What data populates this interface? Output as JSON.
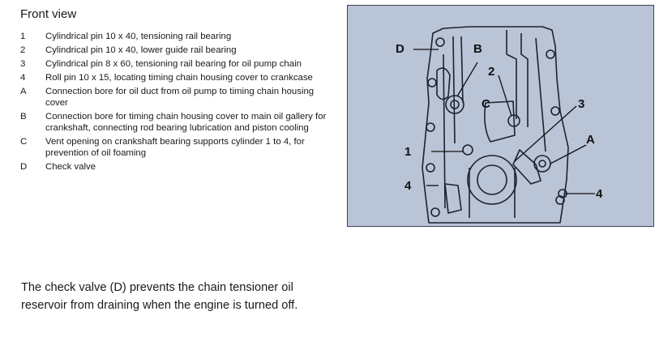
{
  "heading": "Front view",
  "legend": [
    {
      "key": "1",
      "text": "Cylindrical pin 10 x 40, tensioning rail bearing"
    },
    {
      "key": "2",
      "text": "Cylindrical pin 10 x 40, lower guide rail bearing"
    },
    {
      "key": "3",
      "text": "Cylindrical pin 8 x 60, tensioning rail bearing for oil pump chain"
    },
    {
      "key": "4",
      "text": "Roll pin 10 x 15, locating timing chain housing cover to crankcase"
    },
    {
      "key": "A",
      "text": "Connection bore for oil duct from oil pump to timing chain housing cover"
    },
    {
      "key": "B",
      "text": "Connection bore for timing chain housing cover to main oil gallery for crankshaft, connecting rod bearing lubrication and piston cooling"
    },
    {
      "key": "C",
      "text": "Vent opening on crankshaft bearing supports cylinder 1 to 4, for prevention of oil foaming"
    },
    {
      "key": "D",
      "text": "Check valve"
    }
  ],
  "note": "The check valve (D) prevents the chain tensioner oil reservoir from draining when the engine is turned off.",
  "figure": {
    "callouts": {
      "d": "D",
      "b": "B",
      "two": "2",
      "c": "C",
      "three": "3",
      "one": "1",
      "a": "A",
      "four_left": "4",
      "four_right": "4"
    },
    "colors": {
      "background": "#b9c4d6",
      "line": "#1c2230"
    }
  }
}
